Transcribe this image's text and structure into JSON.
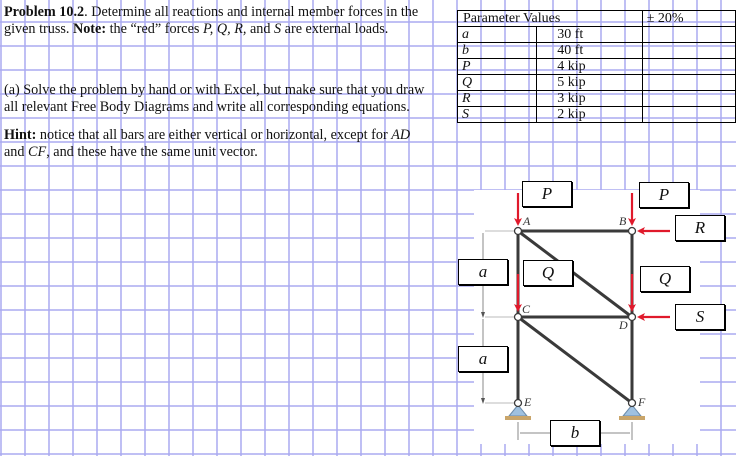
{
  "problem": {
    "line1_bold": "Problem 10.2",
    "line1_rest": ".  Determine all reactions and internal member forces in the",
    "line2_start": "given truss.  ",
    "line2_note_bold": "Note:",
    "line2_rest_a": " the “red” forces ",
    "forces_list": "P, Q, R,",
    "line2_and": " and ",
    "force_s": "S",
    "line2_end": " are external loads.",
    "part_a_line1": "(a) Solve the problem by hand or with Excel, but make sure that you draw",
    "part_a_line2": "all relevant Free Body Diagrams and write all corresponding equations.",
    "hint_bold": "Hint:",
    "hint_line1_rest": " notice that all bars are either vertical or horizontal, except for ",
    "hint_ad": "AD",
    "hint_line2_start": "and ",
    "hint_cf": "CF",
    "hint_line2_end": ", and these have the same unit vector."
  },
  "parameters": {
    "header": "Parameter Values",
    "tolerance_header": "± 20%",
    "rows": [
      {
        "symbol": "a",
        "value": "30 ft",
        "tolerance": ""
      },
      {
        "symbol": "b",
        "value": "40 ft",
        "tolerance": ""
      },
      {
        "symbol": "P",
        "value": "4 kip",
        "tolerance": ""
      },
      {
        "symbol": "Q",
        "value": "5 kip",
        "tolerance": ""
      },
      {
        "symbol": "R",
        "value": "3 kip",
        "tolerance": ""
      },
      {
        "symbol": "S",
        "value": "2 kip",
        "tolerance": ""
      }
    ]
  },
  "figure": {
    "nodes": {
      "A": "A",
      "B": "B",
      "C": "C",
      "D": "D",
      "E": "E",
      "F": "F"
    },
    "labels": {
      "p_left": "P",
      "p_right": "P",
      "r": "R",
      "q_left": "Q",
      "q_right": "Q",
      "s": "S",
      "a_top": "a",
      "a_bottom": "a",
      "b": "b"
    },
    "colors": {
      "load_arrow": "#e0192b",
      "member": "#3a3a3a",
      "support": "#9fc1e0",
      "ground": "#c9a56a",
      "grid": "#aaaaf0"
    }
  }
}
